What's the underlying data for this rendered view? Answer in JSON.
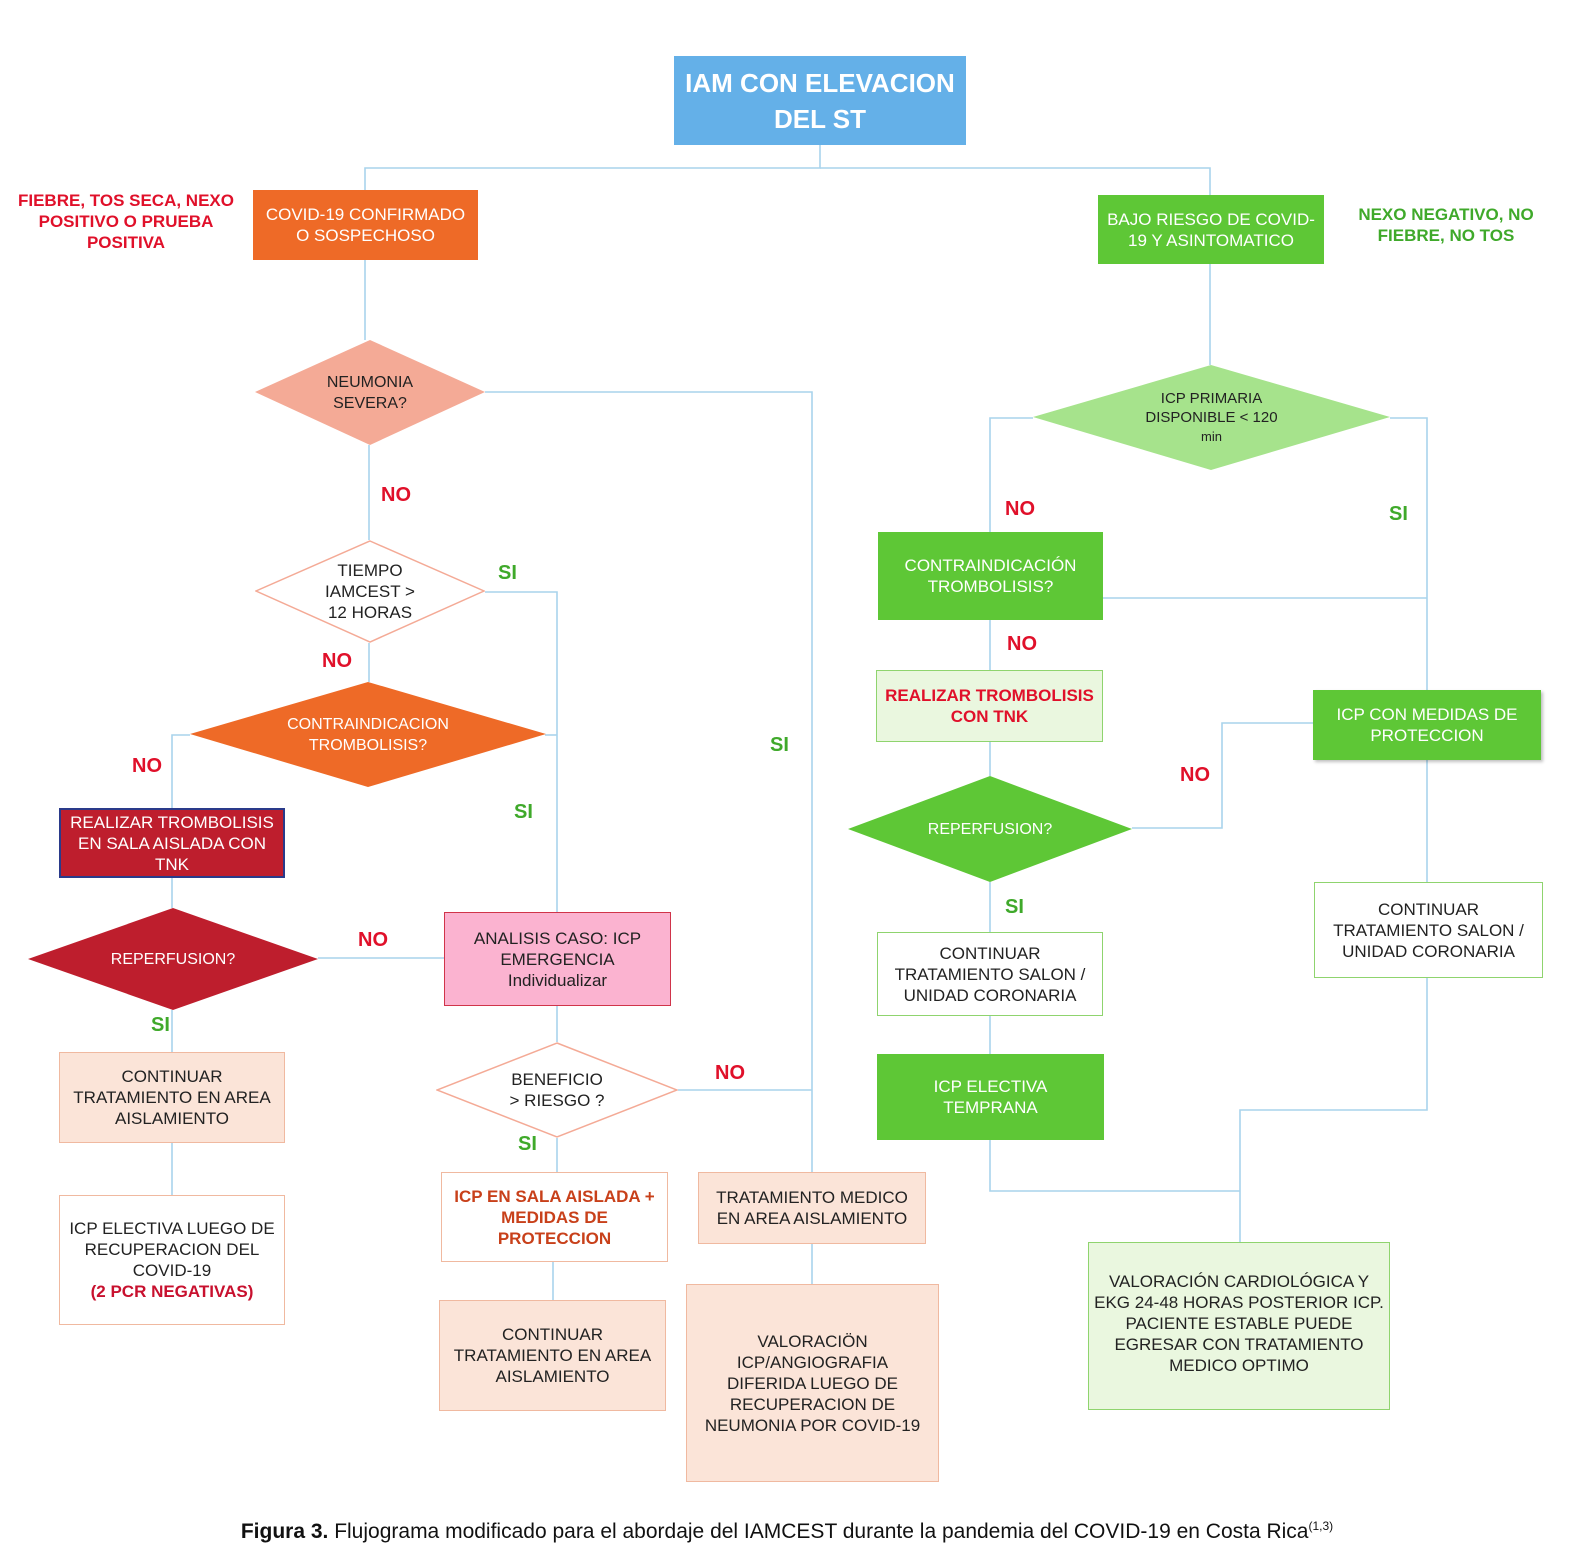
{
  "title": {
    "line1": "IAM CON ELEVACION",
    "line2": "DEL ST"
  },
  "left_note": [
    "FIEBRE, TOS SECA, NEXO",
    "POSITIVO O PRUEBA",
    "POSITIVA"
  ],
  "right_note": [
    "NEXO NEGATIVO, NO",
    "FIEBRE, NO TOS"
  ],
  "covid_box": [
    "COVID-19 CONFIRMADO",
    "O SOSPECHOSO"
  ],
  "bajo_box": [
    "BAJO RIESGO DE COVID-",
    "19 Y ASINTOMATICO"
  ],
  "neumonia": [
    "NEUMONIA",
    "SEVERA?"
  ],
  "tiempo": [
    "TIEMPO",
    "IAMCEST >",
    "12 HORAS"
  ],
  "contra_left": [
    "CONTRAINDICACION",
    "TROMBOLISIS?"
  ],
  "realizar_left": [
    "REALIZAR TROMBOLISIS",
    "EN SALA AISLADA CON",
    "TNK"
  ],
  "reperf_left": "REPERFUSION?",
  "analisis": [
    "ANALISIS CASO: ICP",
    "EMERGENCIA",
    "Individualizar"
  ],
  "continuar_left": [
    "CONTINUAR",
    "TRATAMIENTO EN AREA",
    "AISLAMIENTO"
  ],
  "icp_electiva_left": [
    "ICP ELECTIVA LUEGO DE",
    "RECUPERACION DEL",
    "COVID-19",
    "(2  PCR NEGATIVAS)"
  ],
  "beneficio": [
    "BENEFICIO",
    "> RIESGO ?"
  ],
  "icp_sala": [
    "ICP EN SALA AISLADA +",
    "MEDIDAS DE",
    "PROTECCION"
  ],
  "continuar_mid": [
    "CONTINUAR",
    "TRATAMIENTO EN AREA",
    "AISLAMIENTO"
  ],
  "tratamiento_medico": [
    "TRATAMIENTO MEDICO",
    "EN AREA AISLAMIENTO"
  ],
  "valoracion_left": [
    "VALORACIÖN",
    "ICP/ANGIOGRAFIA",
    "DIFERIDA LUEGO DE",
    "RECUPERACION DE",
    "NEUMONIA POR COVID-19"
  ],
  "icp_primaria": [
    "ICP PRIMARIA",
    "DISPONIBLE < 120",
    "min"
  ],
  "contra_right": [
    "CONTRAINDICACIÓN",
    "TROMBOLISIS?"
  ],
  "realizar_right": [
    "REALIZAR TROMBOLISIS",
    "CON TNK"
  ],
  "reperf_right": "REPERFUSION?",
  "icp_medidas": [
    "ICP CON MEDIDAS DE",
    "PROTECCION"
  ],
  "continuar_salon_mid": [
    "CONTINUAR",
    "TRATAMIENTO SALON /",
    "UNIDAD CORONARIA"
  ],
  "continuar_salon_right": [
    "CONTINUAR",
    "TRATAMIENTO SALON /",
    "UNIDAD CORONARIA"
  ],
  "icp_electiva_temprana": [
    "ICP ELECTIVA",
    "TEMPRANA"
  ],
  "valoracion_right": [
    "VALORACIÓN CARDIOLÓGICA Y",
    "EKG 24-48 HORAS POSTERIOR ICP.",
    "PACIENTE ESTABLE PUEDE",
    "EGRESAR CON TRATAMIENTO",
    "MEDICO OPTIMO"
  ],
  "labels": {
    "no": "NO",
    "si": "SI"
  },
  "caption": {
    "bold": "Figura 3.",
    "text": " Flujograma modificado para el abordaje del IAMCEST durante la pandemia del COVID-19 en Costa Rica",
    "sup": "(1,3)"
  },
  "colors": {
    "blue": "#64b0e8",
    "orange": "#ee6a27",
    "salmon": "#f4aa96",
    "dark_red": "#be1e2d",
    "pink": "#fbb3d0",
    "peach": "#fbe4d8",
    "green": "#5ec736",
    "light_green": "#a6e38c",
    "pale_green": "#eaf7df",
    "line": "#a9d4ec"
  }
}
